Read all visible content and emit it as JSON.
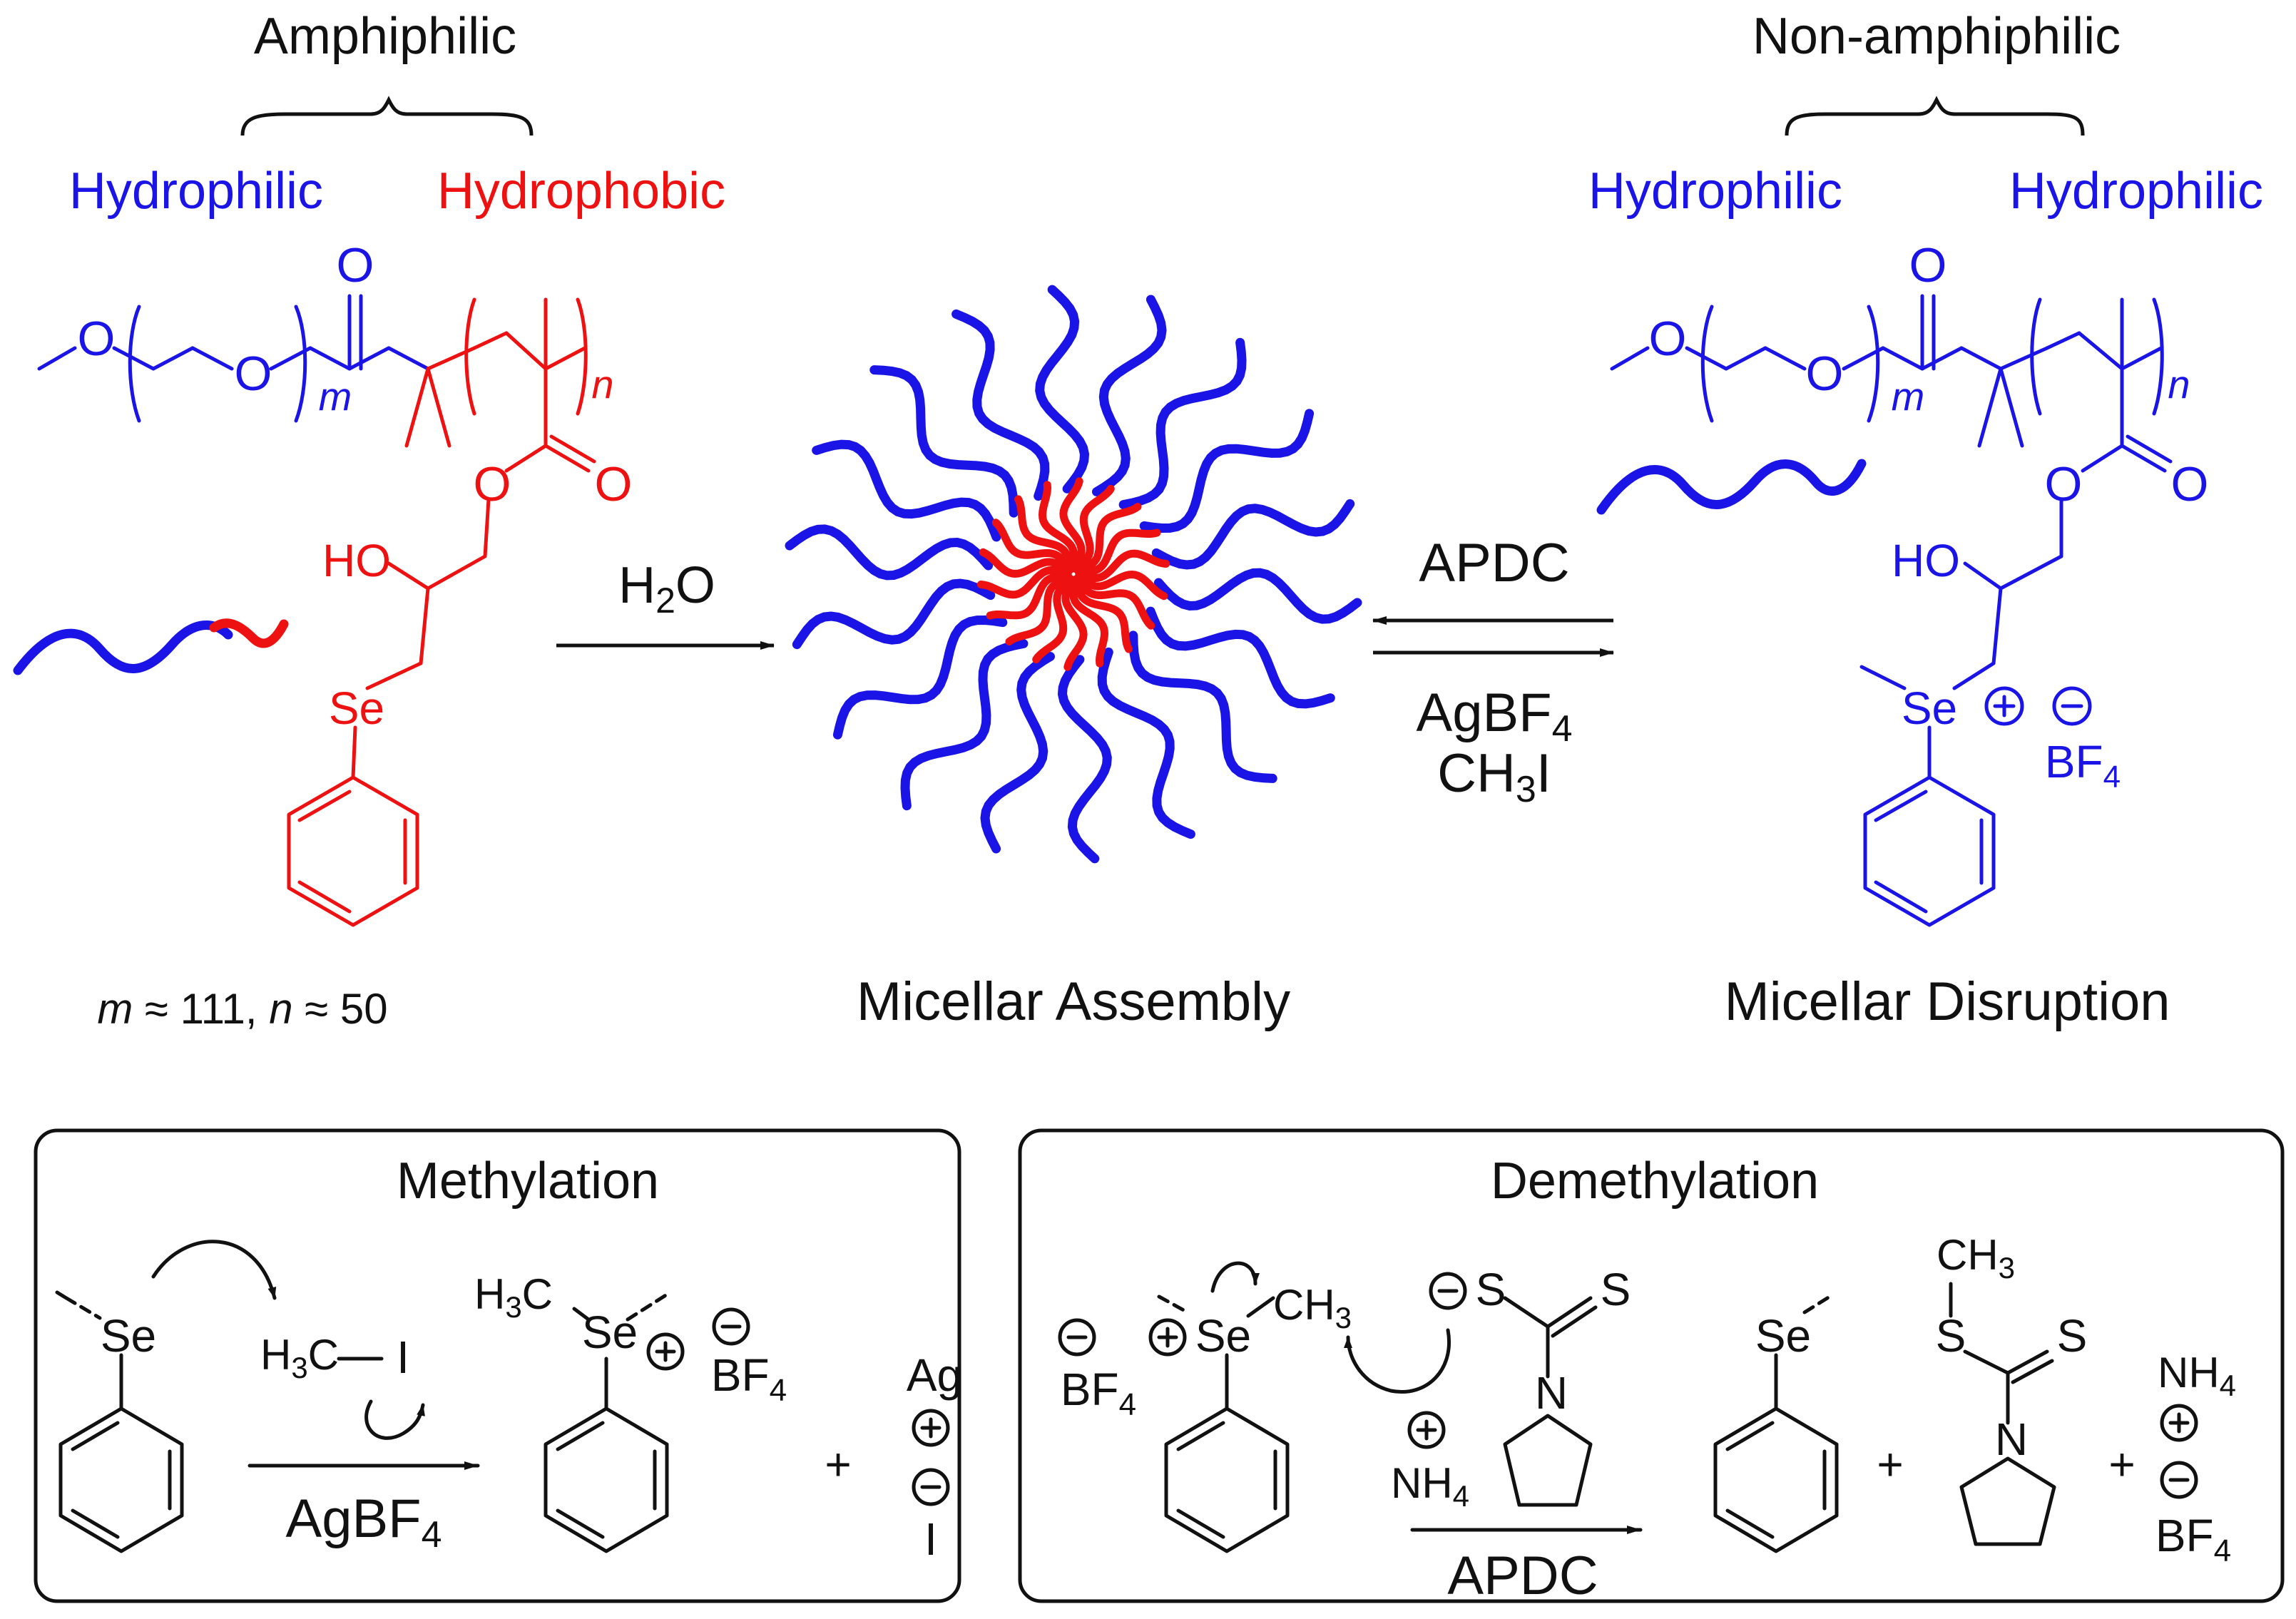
{
  "colors": {
    "blue": "#1a14e6",
    "red": "#ee1111",
    "black": "#111111",
    "background": "#ffffff"
  },
  "labels": {
    "amphiphilic": "Amphiphilic",
    "non_amphiphilic": "Non-amphiphilic",
    "hydrophilic": "Hydrophilic",
    "hydrophobic": "Hydrophobic",
    "h2o_h": "H",
    "h2o_sub": "2",
    "h2o_o": "O",
    "apdc": "APDC",
    "agbf": "AgBF",
    "ch3i_a": "CH",
    "ch3i_sub": "3",
    "ch3i_b": "I",
    "sub4": "4",
    "m_var": "m",
    "m_rest": " ≈ 111, ",
    "n_var": "n",
    "n_rest": " ≈ 50",
    "micellar_assembly": "Micellar Assembly",
    "micellar_disruption": "Micellar Disruption"
  },
  "atoms": {
    "O": "O",
    "HO": "HO",
    "Se": "Se",
    "BF": "BF",
    "m": "m",
    "n": "n",
    "H3C_H": "H",
    "H3C_3": "3",
    "H3C_C": "C",
    "C": "C",
    "H": "H",
    "I": "I",
    "Ag": "Ag",
    "S": "S",
    "N": "N",
    "NH": "NH",
    "CH": "CH",
    "sub3": "3",
    "plus_sign": "+"
  },
  "panels": {
    "methylation": {
      "title": "Methylation",
      "reagent": "AgBF"
    },
    "demethylation": {
      "title": "Demethylation",
      "reagent": "APDC"
    }
  }
}
